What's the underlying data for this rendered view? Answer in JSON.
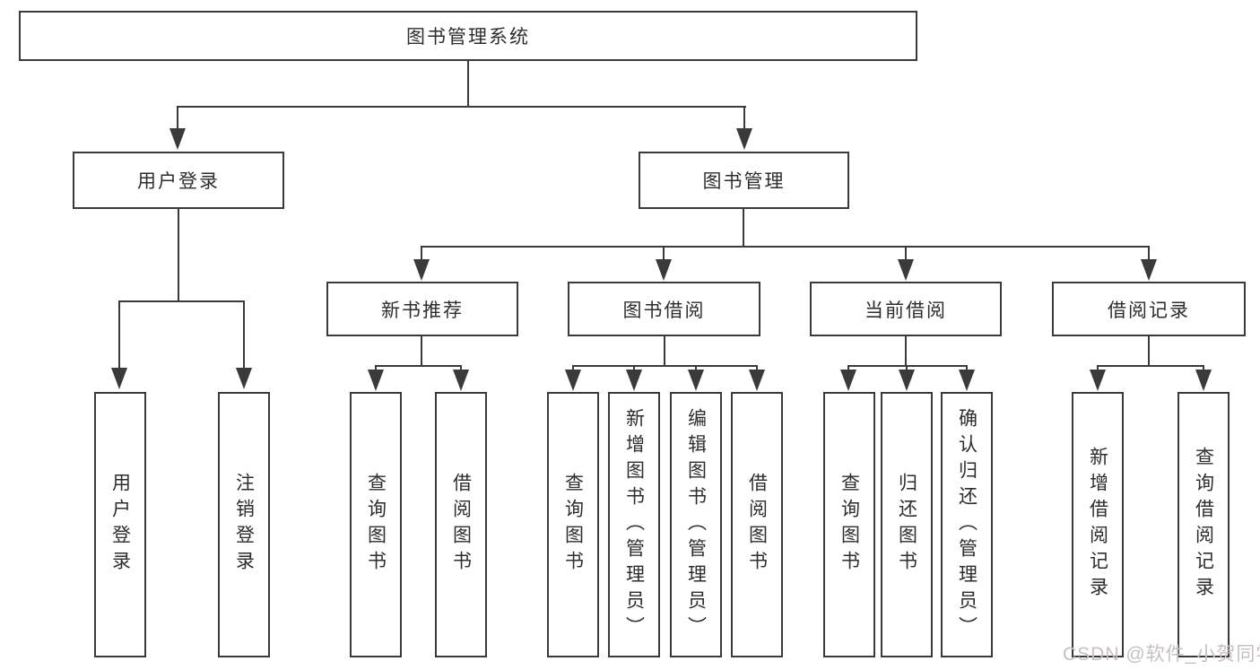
{
  "diagram_type": "tree",
  "nodes": {
    "root": {
      "label": "图书管理系统"
    },
    "level2": [
      {
        "label": "用户登录",
        "parent": "图书管理系统"
      },
      {
        "label": "图书管理",
        "parent": "图书管理系统"
      }
    ],
    "level3": [
      {
        "label": "新书推荐",
        "parent": "图书管理"
      },
      {
        "label": "图书借阅",
        "parent": "图书管理"
      },
      {
        "label": "当前借阅",
        "parent": "图书管理"
      },
      {
        "label": "借阅记录",
        "parent": "图书管理"
      }
    ],
    "leaves": [
      {
        "label": "用户登录",
        "parent": "用户登录"
      },
      {
        "label": "注销登录",
        "parent": "用户登录"
      },
      {
        "label": "查询图书",
        "parent": "新书推荐"
      },
      {
        "label": "借阅图书",
        "parent": "新书推荐"
      },
      {
        "label": "查询图书",
        "parent": "图书借阅"
      },
      {
        "label": "新增图书（管理员）",
        "parent": "图书借阅"
      },
      {
        "label": "编辑图书（管理员）",
        "parent": "图书借阅"
      },
      {
        "label": "借阅图书",
        "parent": "图书借阅"
      },
      {
        "label": "查询图书",
        "parent": "当前借阅"
      },
      {
        "label": "归还图书",
        "parent": "当前借阅"
      },
      {
        "label": "确认归还（管理员）",
        "parent": "当前借阅"
      },
      {
        "label": "新增借阅记录",
        "parent": "借阅记录"
      },
      {
        "label": "查询借阅记录",
        "parent": "借阅记录"
      }
    ]
  },
  "watermark": {
    "text": "CSDN @软件_小贺同学"
  },
  "colors": {
    "line": "#3a3a3a",
    "text": "#2d2d2d",
    "background": "#ffffff",
    "watermark": "#c6c0c0"
  }
}
